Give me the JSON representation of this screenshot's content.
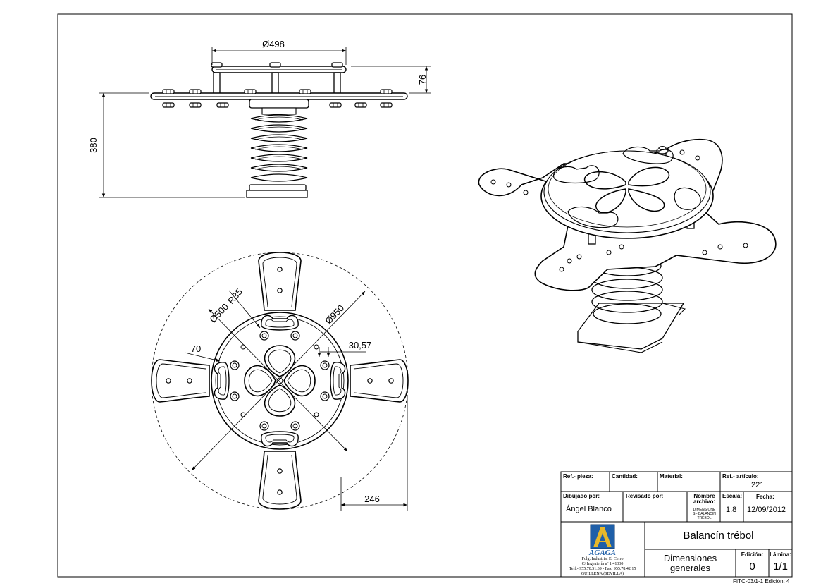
{
  "dimensions": {
    "top_diameter": "Ø498",
    "height_total": "380",
    "plate_thickness": "76",
    "radius": "R35",
    "inner_diameter": "Ø500",
    "outer_diameter": "Ø950",
    "arm_width": "70",
    "hole_spacing": "30,57",
    "arm_length": "246"
  },
  "title_block": {
    "ref_pieza_label": "Ref.- pieza:",
    "cantidad_label": "Cantidad:",
    "material_label": "Material:",
    "ref_articulo_label": "Ref.- artículo:",
    "ref_articulo_value": "221",
    "dibujado_label": "Dibujado por:",
    "dibujado_value": "Ángel Blanco",
    "revisado_label": "Revisado por:",
    "nombre_archivo_label_1": "Nombre",
    "nombre_archivo_label_2": "archivo:",
    "nombre_archivo_value_1": "DIMENSIONE",
    "nombre_archivo_value_2": "S - BALANCIN",
    "nombre_archivo_value_3": "TRÉBOL",
    "escala_label": "Escala:",
    "escala_value": "1:8",
    "fecha_label": "Fecha:",
    "fecha_value": "12/09/2012",
    "title": "Balancín trébol",
    "subtitle_1": "Dimensiones",
    "subtitle_2": "generales",
    "edicion_label": "Edición:",
    "edicion_value": "0",
    "lamina_label": "Lámina:",
    "lamina_value": "1/1",
    "company_logo_text": "AGAGA",
    "company_line_1": "Polg. Industrial El Cerro",
    "company_line_2": "C/ Ingeniería nº 1  41330",
    "company_line_3": "Telf.- 955.78.51.39 - Fax: 955.78.42.15",
    "company_line_4": "GUILLENA (SEVILLA)"
  },
  "footer": "FITC-03/1-1 Edición: 4"
}
